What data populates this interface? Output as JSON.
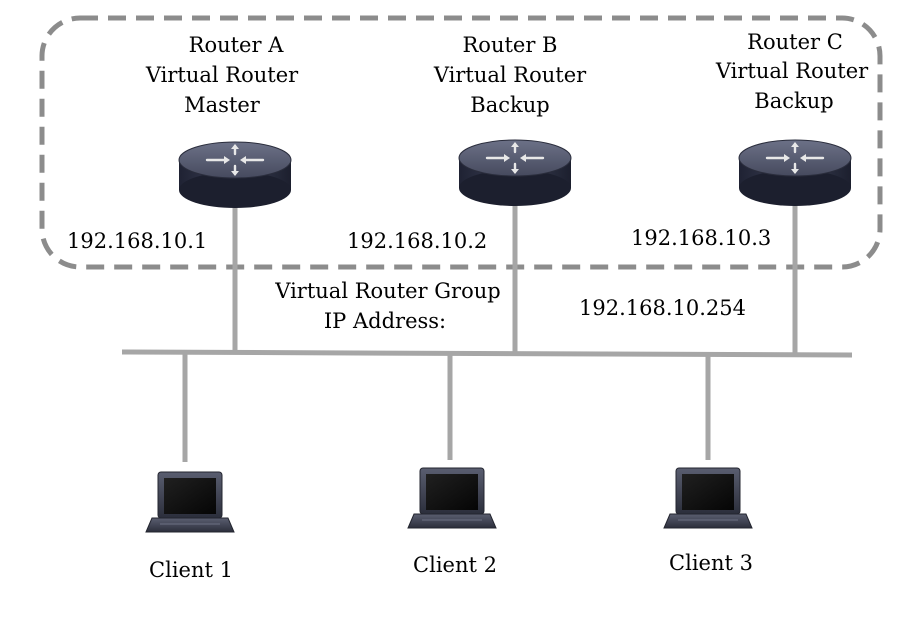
{
  "colors": {
    "line": "#a6a6a6",
    "dashed_border": "#8c8c8c",
    "text": "#000000"
  },
  "routers": [
    {
      "name": "Router A",
      "role_line1": "Virtual Router",
      "role_line2": "Master",
      "ip": "192.168.10.1",
      "icon": "router-icon"
    },
    {
      "name": "Router B",
      "role_line1": "Virtual Router",
      "role_line2": "Backup",
      "ip": "192.168.10.2",
      "icon": "router-icon"
    },
    {
      "name": "Router C",
      "role_line1": "Virtual Router",
      "role_line2": "Backup",
      "ip": "192.168.10.3",
      "icon": "router-icon"
    }
  ],
  "group": {
    "label_line1": "Virtual Router Group",
    "label_line2": "IP Address:",
    "ip": "192.168.10.254"
  },
  "clients": [
    {
      "name": "Client 1",
      "icon": "laptop-icon"
    },
    {
      "name": "Client 2",
      "icon": "laptop-icon"
    },
    {
      "name": "Client 3",
      "icon": "laptop-icon"
    }
  ]
}
